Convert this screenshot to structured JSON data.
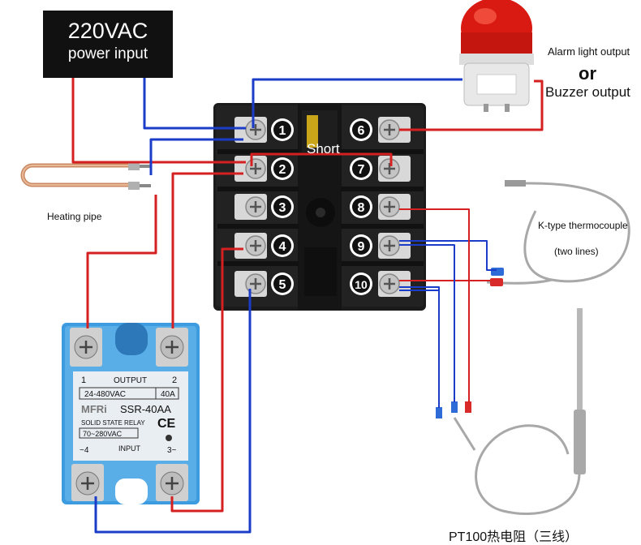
{
  "power": {
    "voltage": "220VAC",
    "label": "power input"
  },
  "alarm": {
    "light_label": "Alarm light output",
    "or_label": "or",
    "buzzer_label": "Buzzer output"
  },
  "heater": {
    "label": "Heating pipe"
  },
  "thermocouple": {
    "label": "K-type thermocouple",
    "note": "(two lines)"
  },
  "rtd": {
    "label": "PT100热电阻（三线）"
  },
  "controller": {
    "short_label": "Short",
    "left_terminals": [
      "1",
      "2",
      "3",
      "4",
      "5"
    ],
    "right_terminals": [
      "6",
      "7",
      "8",
      "9",
      "10"
    ]
  },
  "ssr": {
    "output_terminal_left": "1",
    "output_label": "OUTPUT",
    "output_terminal_right": "2",
    "voltage_range": "24-480VAC",
    "current": "40A",
    "brand": "MFRi",
    "model": "SSR-40AA",
    "type": "SOLID STATE RELAY",
    "ce_mark": "CE",
    "input_voltage": "70~280VAC",
    "input_terminal_left": "~4",
    "input_label": "INPUT",
    "input_terminal_right": "3~"
  },
  "colors": {
    "live_wire": "#d42020",
    "neutral_wire": "#1a3cc8",
    "relay_body": "#3d9be0",
    "controller": "#1b1b1b"
  }
}
